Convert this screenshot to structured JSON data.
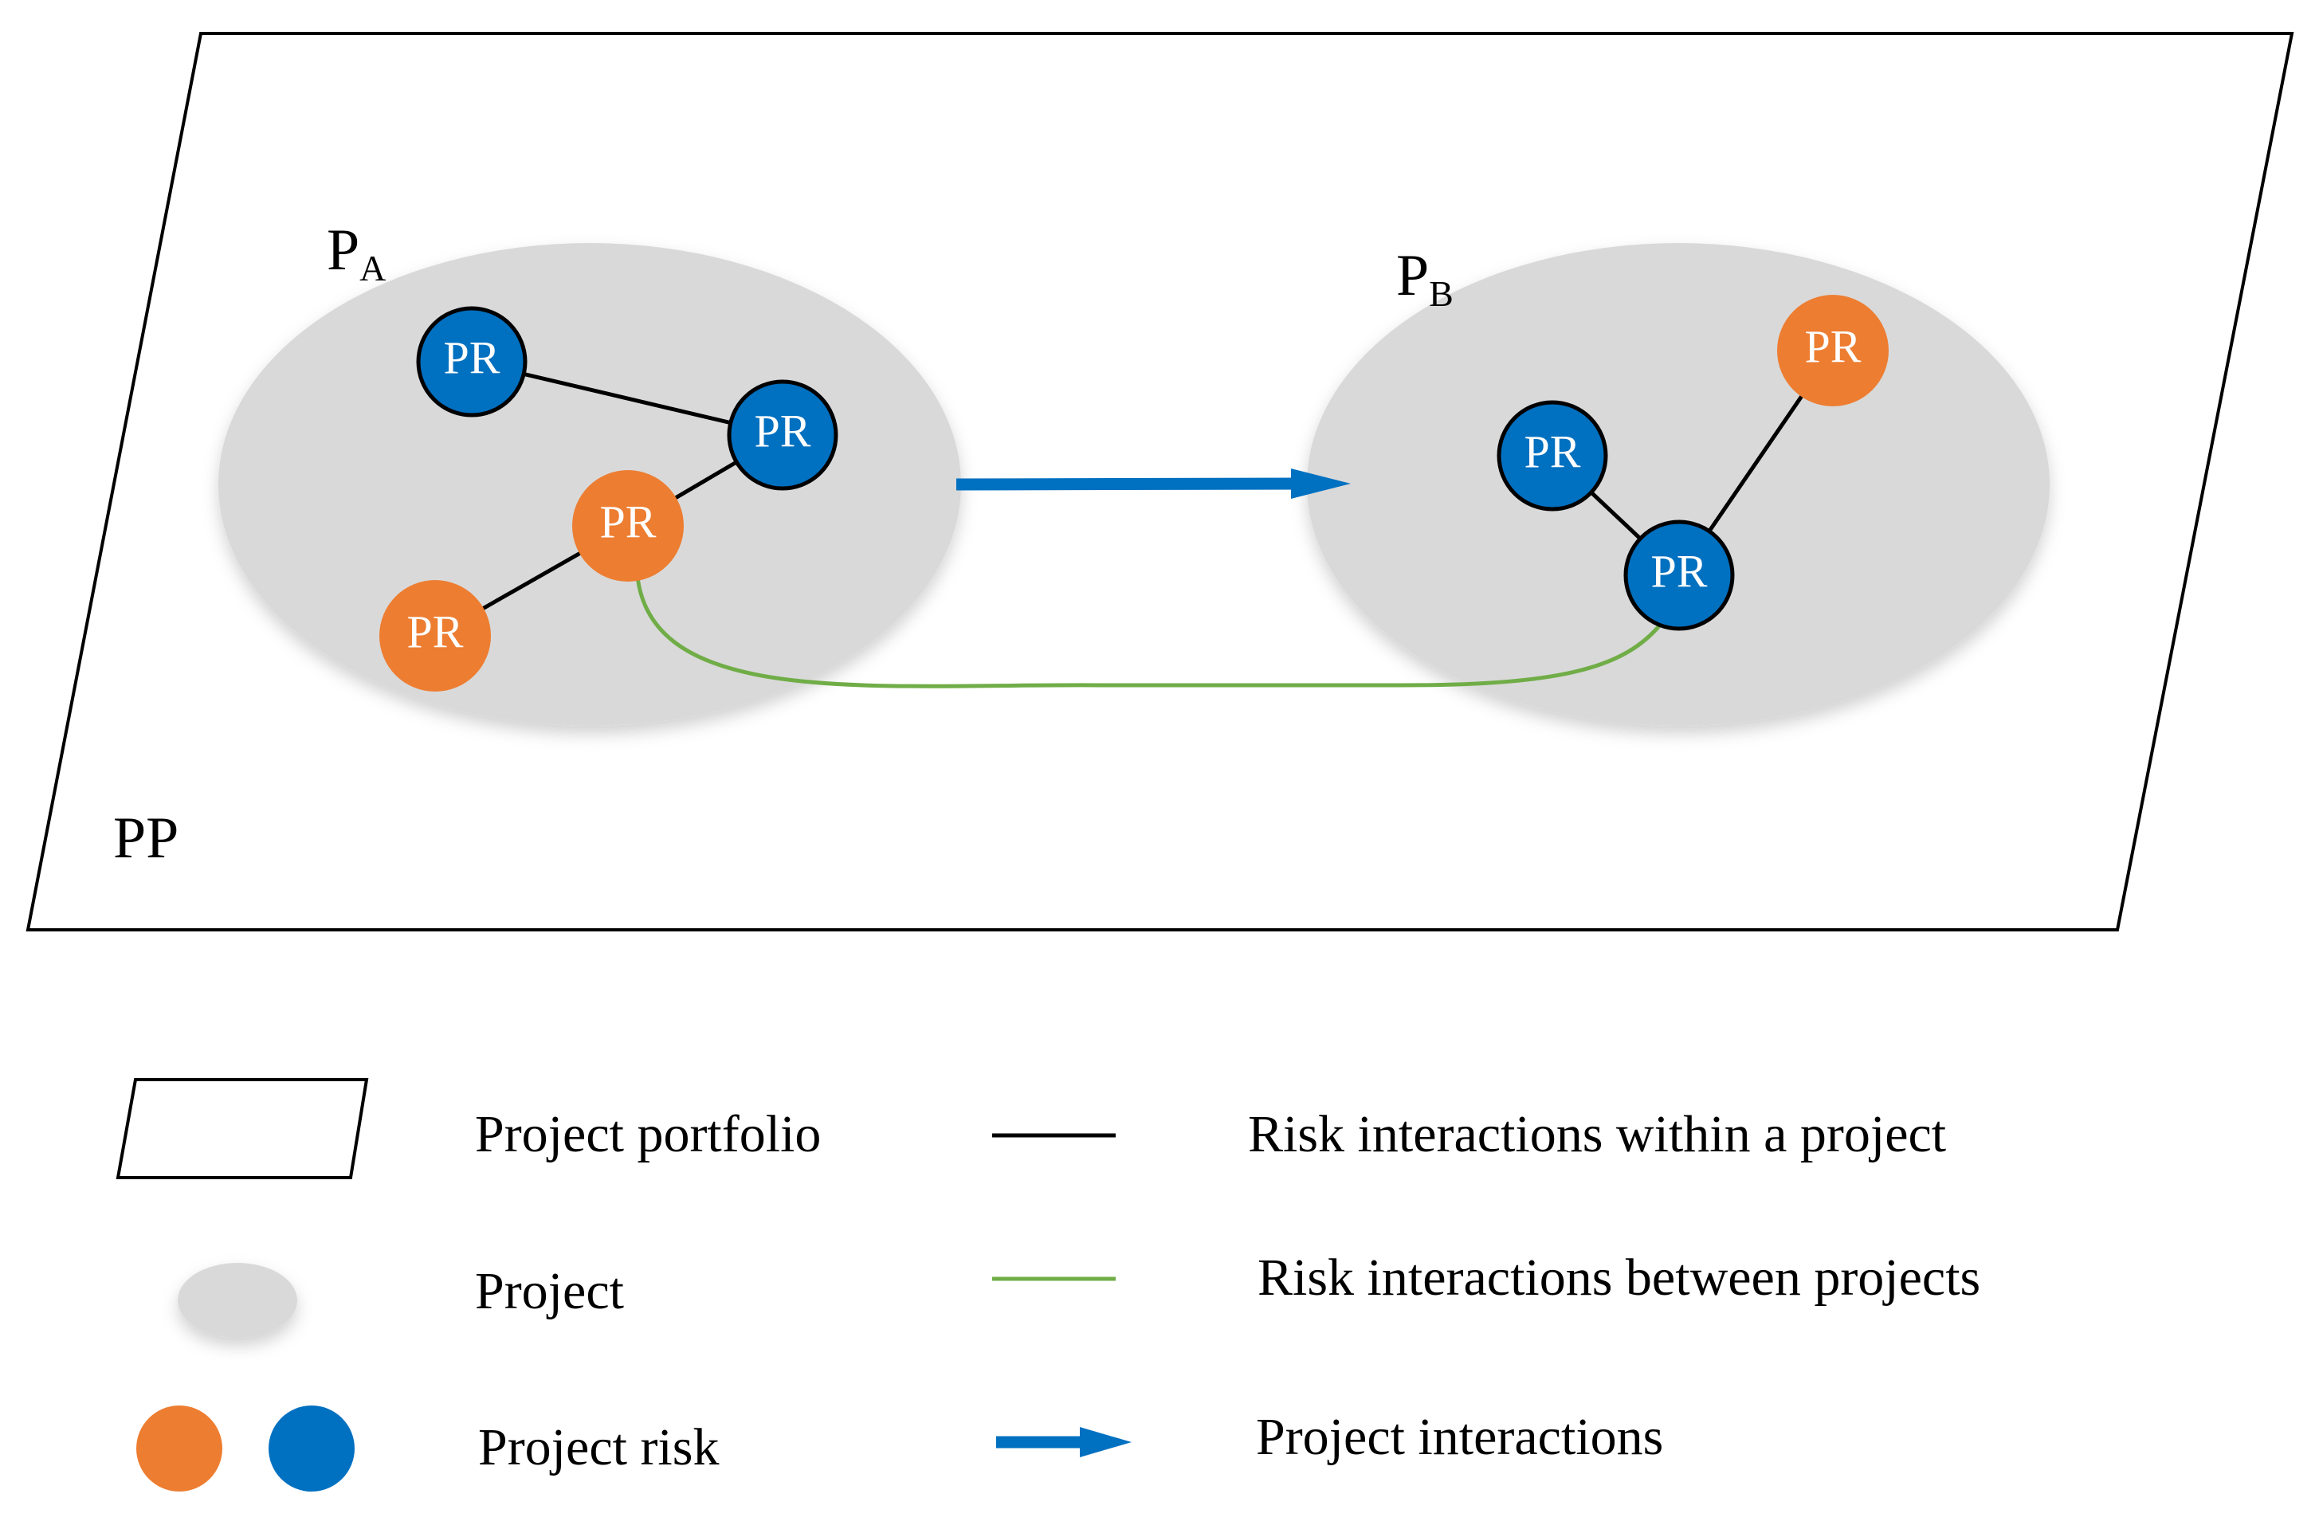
{
  "diagram": {
    "portfolio_label": "PP",
    "project_a": {
      "label": "P",
      "subscript": "A"
    },
    "project_b": {
      "label": "P",
      "subscript": "B"
    },
    "node_label": "PR"
  },
  "legend": {
    "project_portfolio": "Project portfolio",
    "project": "Project",
    "project_risk": "Project risk",
    "risk_within": "Risk interactions within a project",
    "risk_between": "Risk interactions between projects",
    "project_interactions": "Project interactions"
  },
  "colors": {
    "orange": "#ED7D31",
    "blue": "#0070C0",
    "green": "#70AD47",
    "gray": "#D9D9D9",
    "black": "#000000"
  }
}
